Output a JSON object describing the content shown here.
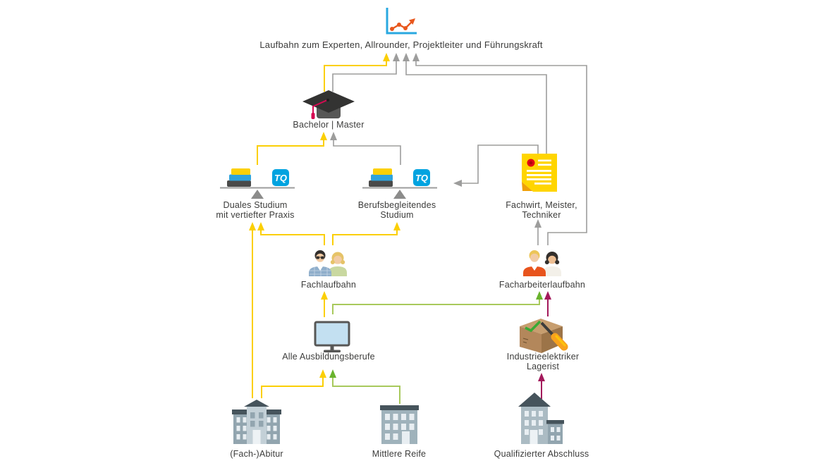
{
  "title": "Laufbahn zum Experten, Allrounder, Projektleiter und Führungskraft",
  "nodes": {
    "laufbahn": {
      "label": "Laufbahn zum Experten, Allrounder, Projektleiter und Führungskraft",
      "icon": "line-chart-icon"
    },
    "bachelor": {
      "label": "Bachelor | Master",
      "icon": "graduation-cap-icon"
    },
    "duales_studium": {
      "label_line1": "Duales Studium",
      "label_line2": "mit vertiefter Praxis",
      "icon": "books-and-tq-logo"
    },
    "berufsbegleitend": {
      "label_line1": "Berufsbegleitendes",
      "label_line2": "Studium",
      "icon": "books-and-tq-logo"
    },
    "fachwirt": {
      "label_line1": "Fachwirt, Meister,",
      "label_line2": "Techniker",
      "icon": "certificate-icon"
    },
    "fachlaufbahn": {
      "label": "Fachlaufbahn",
      "icon": "two-people-icon"
    },
    "facharbeiterlaufbahn": {
      "label": "Facharbeiterlaufbahn",
      "icon": "two-people-icon"
    },
    "ausbildungsberufe": {
      "label": "Alle Ausbildungsberufe",
      "icon": "monitor-icon"
    },
    "industrieelektriker": {
      "label_line1": "Industrieelektriker",
      "label_line2": "Lagerist",
      "icon": "box-with-screwdriver-icon"
    },
    "abitur": {
      "label": "(Fach-)Abitur",
      "icon": "school-building-icon"
    },
    "mittlere_reife": {
      "label": "Mittlere Reife",
      "icon": "school-building-icon"
    },
    "qualifizierter_abschluss": {
      "label": "Qualifizierter Abschluss",
      "icon": "school-building-icon"
    }
  },
  "icons": {
    "tq_logo_text": "TQ"
  },
  "edges": [
    {
      "from": "bachelor",
      "to": "laufbahn",
      "color": "yellow"
    },
    {
      "from": "bachelor",
      "to": "laufbahn",
      "color": "gray"
    },
    {
      "from": "fachwirt",
      "to": "laufbahn",
      "color": "gray"
    },
    {
      "from": "facharbeiterlaufbahn",
      "to": "laufbahn",
      "color": "gray"
    },
    {
      "from": "duales_studium",
      "to": "bachelor",
      "color": "yellow"
    },
    {
      "from": "berufsbegleitend",
      "to": "bachelor",
      "color": "gray"
    },
    {
      "from": "fachwirt",
      "to": "berufsbegleitend",
      "color": "gray"
    },
    {
      "from": "fachlaufbahn",
      "to": "duales_studium",
      "color": "yellow"
    },
    {
      "from": "fachlaufbahn",
      "to": "berufsbegleitend",
      "color": "yellow"
    },
    {
      "from": "abitur",
      "to": "duales_studium",
      "color": "yellow"
    },
    {
      "from": "facharbeiterlaufbahn",
      "to": "fachwirt",
      "color": "gray"
    },
    {
      "from": "ausbildungsberufe",
      "to": "fachlaufbahn",
      "color": "yellow"
    },
    {
      "from": "ausbildungsberufe",
      "to": "facharbeiterlaufbahn",
      "color": "green"
    },
    {
      "from": "industrieelektriker",
      "to": "facharbeiterlaufbahn",
      "color": "purple"
    },
    {
      "from": "abitur",
      "to": "ausbildungsberufe",
      "color": "yellow"
    },
    {
      "from": "mittlere_reife",
      "to": "ausbildungsberufe",
      "color": "green"
    },
    {
      "from": "qualifizierter_abschluss",
      "to": "industrieelektriker",
      "color": "purple"
    }
  ],
  "colors": {
    "yellow": "#FBCF05",
    "gray": "#9D9D9C",
    "green_line": "#A8C95C",
    "green_arrow": "#69B32D",
    "purple": "#A3195B",
    "blue": "#29A8E0",
    "tq_blue": "#00A3E0",
    "text": "#3C3C3B",
    "orange_chart": "#E8571D",
    "tassel_pink": "#D60B52"
  }
}
